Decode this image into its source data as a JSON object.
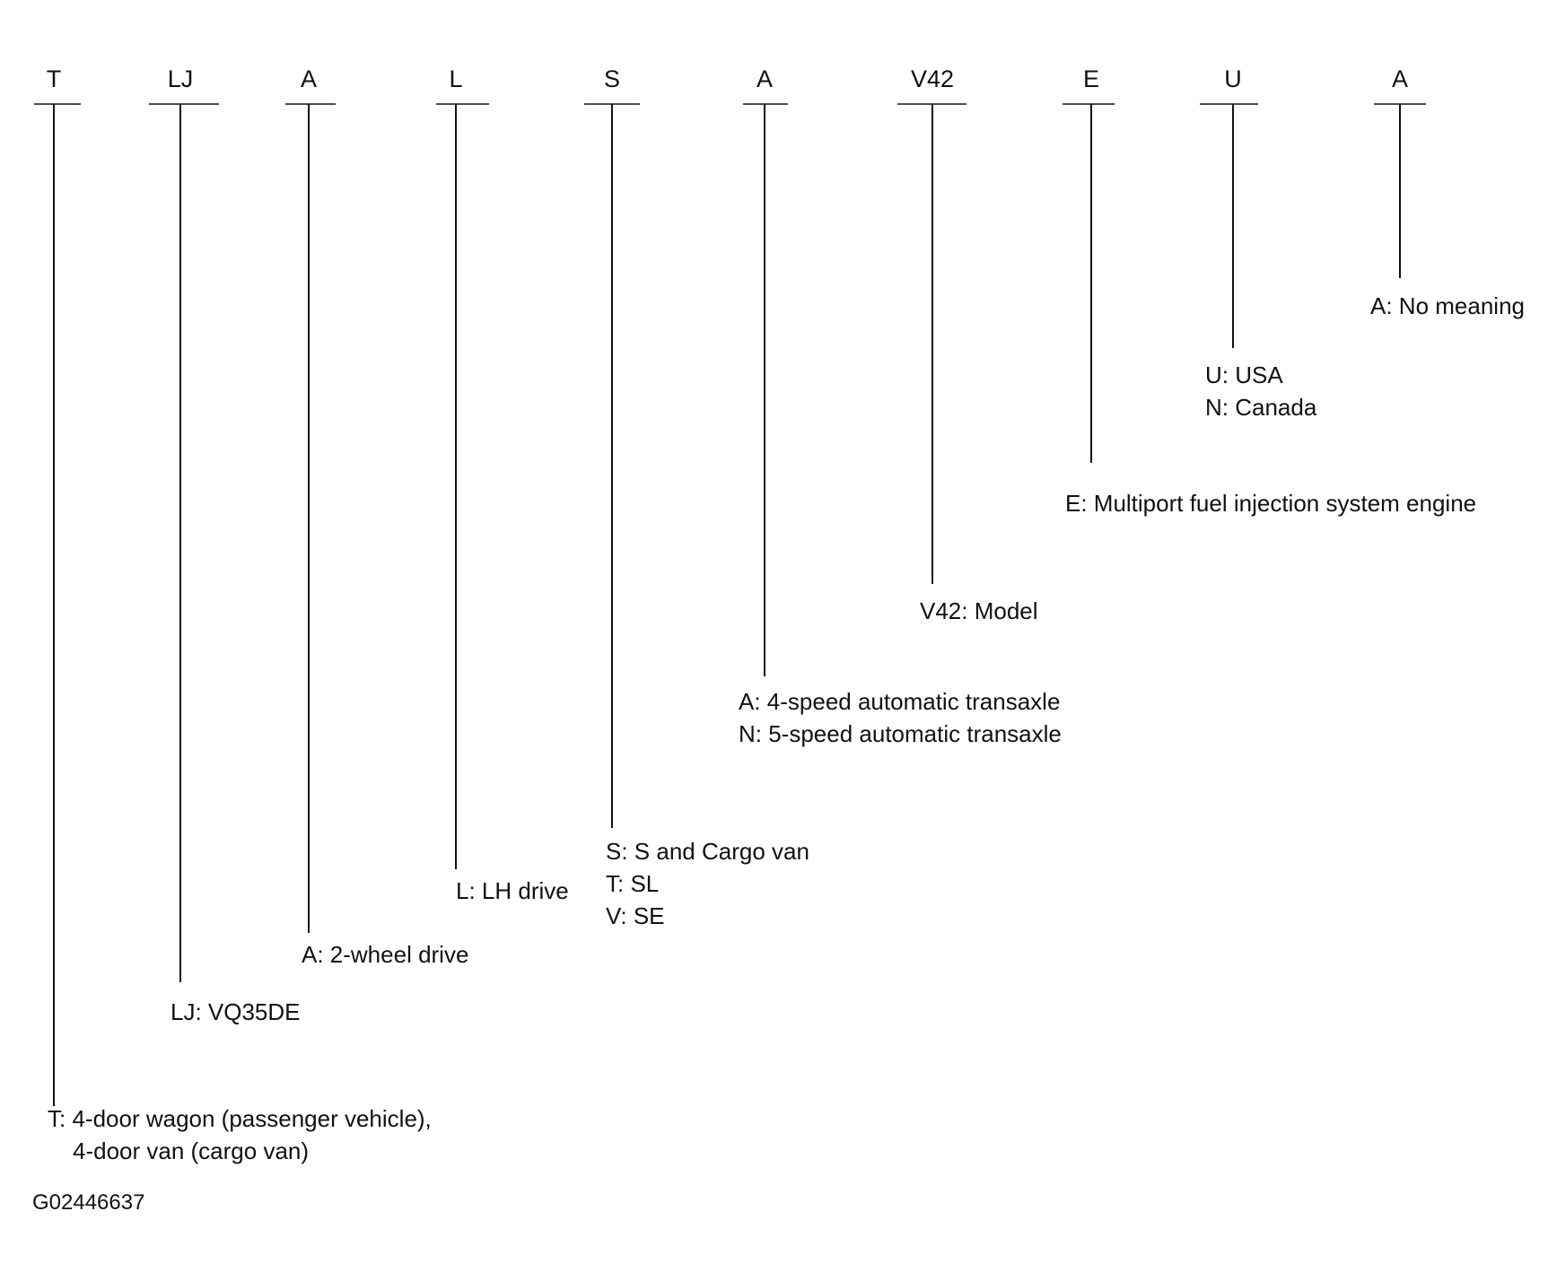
{
  "segments": [
    {
      "code": "T",
      "lines": [
        "T: 4-door wagon (passenger vehicle),",
        "4-door van (cargo van)"
      ]
    },
    {
      "code": "LJ",
      "lines": [
        "LJ: VQ35DE"
      ]
    },
    {
      "code": "A",
      "lines": [
        "A: 2-wheel drive"
      ]
    },
    {
      "code": "L",
      "lines": [
        "L: LH drive"
      ]
    },
    {
      "code": "S",
      "lines": [
        "S: S and Cargo van",
        "T: SL",
        "V: SE"
      ]
    },
    {
      "code": "A",
      "lines": [
        "A: 4-speed automatic transaxle",
        "N: 5-speed automatic transaxle"
      ]
    },
    {
      "code": "V42",
      "lines": [
        "V42: Model"
      ]
    },
    {
      "code": "E",
      "lines": [
        "E: Multiport fuel injection system engine"
      ]
    },
    {
      "code": "U",
      "lines": [
        "U: USA",
        "N: Canada"
      ]
    },
    {
      "code": "A",
      "lines": [
        "A: No meaning"
      ]
    }
  ],
  "figure_id": "G02446637"
}
